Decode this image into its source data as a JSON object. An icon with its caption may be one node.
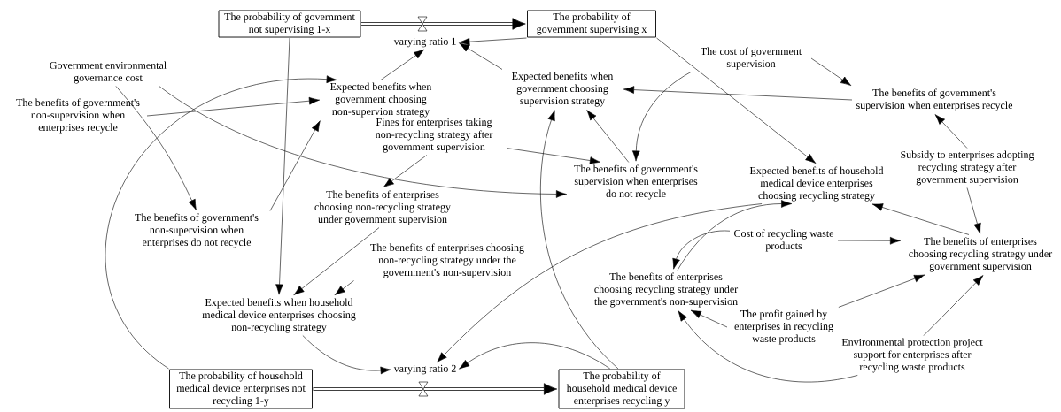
{
  "diagram": {
    "nodes": [
      {
        "text": [
          "The probability of government not supervising 1-x"
        ]
      },
      {
        "text": [
          "The probability of government supervising x"
        ]
      },
      {
        "text": [
          "varying ratio 1"
        ]
      },
      {
        "text": [
          "Government environmental governance cost"
        ]
      },
      {
        "text": [
          "Expected benefits when government choosing non-supervion strategy"
        ]
      },
      {
        "text": [
          "The benefits of government's non-supervision when enterprises recycle"
        ]
      },
      {
        "text": [
          "Expected benefits when government choosing supervision strategy"
        ]
      },
      {
        "text": [
          "The cost of government supervision"
        ]
      },
      {
        "text": [
          "The benefits of government's supervision when enterprises recycle"
        ]
      },
      {
        "text": [
          "Fines for enterprises taking non-recycling strategy after government supervision"
        ]
      },
      {
        "text": [
          "The benefits of government's supervision when enterprises do not recycle"
        ]
      },
      {
        "text": [
          "Subsidy to enterprises adopting recycling strategy after government supervision"
        ]
      },
      {
        "text": [
          "Expected benefits of household medical device enterprises choosing recycling strategy"
        ]
      },
      {
        "text": [
          "The benefits of enterprises choosing non-recycling strategy under government supervision"
        ]
      },
      {
        "text": [
          "The benefits of government's non-supervision when enterprises do not recycle"
        ]
      },
      {
        "text": [
          "Cost of recycling waste products"
        ]
      },
      {
        "text": [
          "The benefits of enterprises choosing recycling strategy under government supervision"
        ]
      },
      {
        "text": [
          "The benefits of enterprises choosing non-recycling strategy under the government's non-supervision"
        ]
      },
      {
        "text": [
          "The benefits of enterprises choosing recycling strategy under the government's non-supervision"
        ]
      },
      {
        "text": [
          "Expected benefits when household medical device enterprises choosing non-recycling strategy"
        ]
      },
      {
        "text": [
          "The profit gained by enterprises in recycling waste products"
        ]
      },
      {
        "text": [
          "Environmental protection project support for enterprises after recycling waste products"
        ]
      },
      {
        "text": [
          "varying ratio 2"
        ]
      },
      {
        "text": [
          "The probability of household medical device enterprises not recycling 1-y"
        ]
      },
      {
        "text": [
          "The probability of household medical device enterprises recycling y"
        ]
      }
    ],
    "edges": [
      {
        "from": 0,
        "to": 1,
        "arrow": "to",
        "style": "thick"
      },
      {
        "from": 1,
        "to": 2,
        "arrow": "to"
      },
      {
        "from": 4,
        "to": 2,
        "arrow": "to"
      },
      {
        "from": 6,
        "to": 2,
        "arrow": "to"
      },
      {
        "from": 3,
        "to": 14,
        "arrow": "to"
      },
      {
        "from": 3,
        "to": 10,
        "arrow": "to"
      },
      {
        "from": 5,
        "to": 4,
        "arrow": "to"
      },
      {
        "from": 14,
        "to": 4,
        "arrow": "to"
      },
      {
        "from": 23,
        "to": 4,
        "arrow": "to"
      },
      {
        "from": 0,
        "to": 19,
        "arrow": "to"
      },
      {
        "from": 1,
        "to": 12,
        "arrow": "to"
      },
      {
        "from": 7,
        "to": 8,
        "arrow": "to"
      },
      {
        "from": 7,
        "to": 10,
        "arrow": "to"
      },
      {
        "from": 8,
        "to": 6,
        "arrow": "to"
      },
      {
        "from": 10,
        "to": 6,
        "arrow": "to"
      },
      {
        "from": 24,
        "to": 6,
        "arrow": "to"
      },
      {
        "from": 9,
        "to": 10,
        "arrow": "to"
      },
      {
        "from": 9,
        "to": 13,
        "arrow": "to"
      },
      {
        "from": 11,
        "to": 8,
        "arrow": "to"
      },
      {
        "from": 11,
        "to": 16,
        "arrow": "to"
      },
      {
        "from": 16,
        "to": 12,
        "arrow": "to"
      },
      {
        "from": 13,
        "to": 19,
        "arrow": "to"
      },
      {
        "from": 17,
        "to": 19,
        "arrow": "to"
      },
      {
        "from": 12,
        "to": 22,
        "arrow": "to"
      },
      {
        "from": 18,
        "to": 12,
        "arrow": "to"
      },
      {
        "from": 15,
        "to": 18,
        "arrow": "to"
      },
      {
        "from": 15,
        "to": 16,
        "arrow": "to"
      },
      {
        "from": 20,
        "to": 16,
        "arrow": "to"
      },
      {
        "from": 20,
        "to": 18,
        "arrow": "to"
      },
      {
        "from": 21,
        "to": 16,
        "arrow": "to"
      },
      {
        "from": 21,
        "to": 18,
        "arrow": "to"
      },
      {
        "from": 19,
        "to": 22,
        "arrow": "to"
      },
      {
        "from": 24,
        "to": 22,
        "arrow": "to"
      },
      {
        "from": 23,
        "to": 24,
        "arrow": "to",
        "style": "thick"
      }
    ]
  }
}
